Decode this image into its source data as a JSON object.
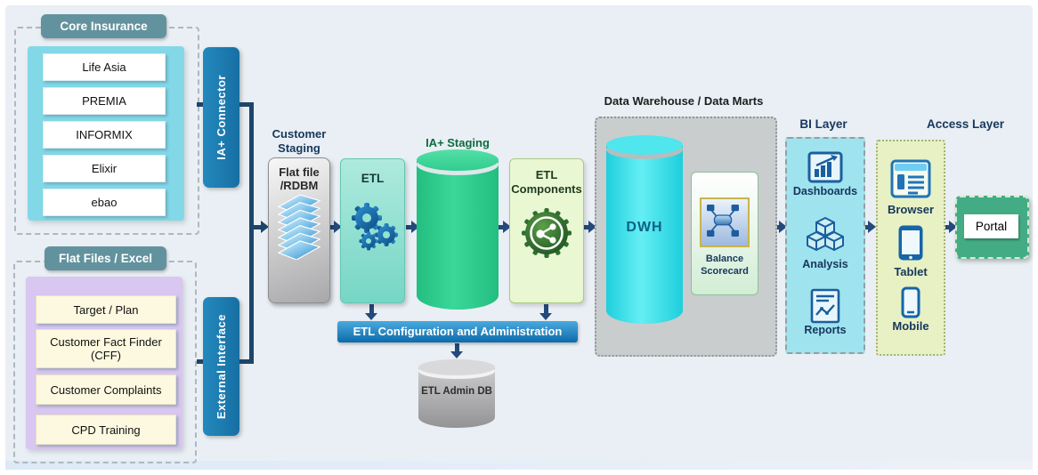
{
  "core_insurance": {
    "title": "Core Insurance",
    "items": [
      "Life Asia",
      "PREMIA",
      "INFORMIX",
      "Elixir",
      "ebao"
    ]
  },
  "flat_files": {
    "title": "Flat Files / Excel",
    "items": [
      "Target / Plan",
      "Customer Fact Finder (CFF)",
      "Customer Complaints",
      "CPD Training"
    ]
  },
  "connectors": {
    "ia_connector": "IA+ Connector",
    "external_interface": "External Interface"
  },
  "staging": {
    "customer_staging": "Customer Staging",
    "flat_file_rdbm": "Flat file /RDBM",
    "flat_file_icon": "files-stack-icon",
    "etl": "ETL",
    "etl_icon": "gears-icon",
    "ia_staging": "IA+ Staging",
    "etl_components": "ETL Components",
    "etl_components_icon": "share-gear-icon"
  },
  "etl_admin": {
    "config_bar": "ETL Configuration and Administration",
    "admin_db": "ETL Admin DB"
  },
  "warehouse": {
    "title": "Data Warehouse / Data Marts",
    "dwh": "DWH",
    "balance_scorecard": "Balance Scorecard",
    "balance_scorecard_icon": "scorecard-network-icon"
  },
  "bi_layer": {
    "title": "BI Layer",
    "items": [
      {
        "label": "Dashboards",
        "icon": "dashboard-icon"
      },
      {
        "label": "Analysis",
        "icon": "cubes-icon"
      },
      {
        "label": "Reports",
        "icon": "report-icon"
      }
    ]
  },
  "access_layer": {
    "title": "Access Layer",
    "items": [
      {
        "label": "Browser",
        "icon": "browser-icon"
      },
      {
        "label": "Tablet",
        "icon": "tablet-icon"
      },
      {
        "label": "Mobile",
        "icon": "mobile-icon"
      }
    ]
  },
  "portal": {
    "label": "Portal"
  },
  "colors": {
    "navy_line": "#1e4469",
    "connector_bar_blue": "#1e7db1",
    "group_header_slate": "#63929f",
    "core_panel_cyan": "#83d8e8",
    "flat_panel_lavender": "#d9c6f1",
    "flat_item_cream": "#fcf9e0",
    "etl_box_teal": "#7ddccb",
    "staging_cylinder_green": "#2bc98b",
    "components_box_green": "#e9f7d3",
    "config_bar_blue": "#0e6cab",
    "dwh_cylinder_cyan": "#2bd9e2",
    "warehouse_gray": "#c9cdce",
    "bi_panel_cyan": "#9fe3ef",
    "access_panel_green": "#e7f1c3",
    "portal_green": "#43ac85"
  }
}
